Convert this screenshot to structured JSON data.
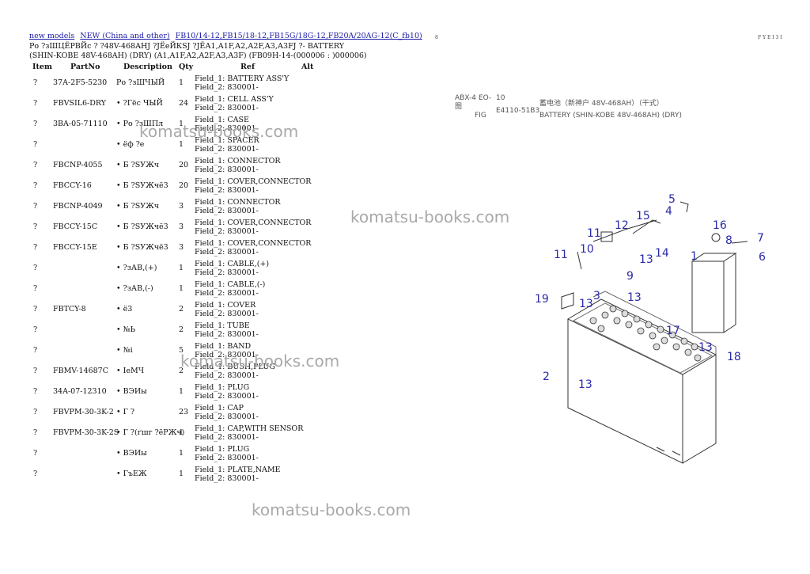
{
  "breadcrumbs": [
    "new models",
    "NEW (China and other)",
    "FB10/14-12,FB15/18-12,FB15G/18G-12,FB20A/20AG-12(C_fb10)"
  ],
  "page_mark_center": "8",
  "page_mark_right": "F Y E  I 3  I",
  "title": "Ро ?зШЦЁРВЙс ? ?48V-468AHJ ?JЁеЙКSJ ?JЁА1,А1F,А2,А2F,А3,А3FJ ?- BATTERY (SHIN-KOBE 48V-468AH) (DRY) (A1,A1F,A2,A2F,A3,A3F) (FB09H-14-(000006 : )000006)",
  "headers": {
    "item": "Item",
    "partno": "PartNo",
    "description": "Description",
    "qty": "Qty",
    "ref": "Ref",
    "alt": "Alt"
  },
  "rows": [
    {
      "item": "?",
      "partno": "37A-2F5-5230",
      "desc": "Ро ?зШЧЫЙ",
      "qty": "1",
      "field1": "Field_1: BATTERY ASS'Y",
      "field2": "Field_2: 830001-"
    },
    {
      "item": "?",
      "partno": "FBVSIL6-DRY",
      "desc": "• ?Гёс ЧЫЙ",
      "qty": "24",
      "field1": "Field_1: CELL ASS'Y",
      "field2": "Field_2: 830001-"
    },
    {
      "item": "?",
      "partno": "3BA-05-71110",
      "desc": "• Ро ?зШПл",
      "qty": "1",
      "field1": "Field_1: CASE",
      "field2": "Field_2: 830001-"
    },
    {
      "item": "?",
      "partno": "",
      "desc": "• ёф ?е",
      "qty": "1",
      "field1": "Field_1: SPACER",
      "field2": "Field_2: 830001-"
    },
    {
      "item": "?",
      "partno": "FBCNP-4055",
      "desc": "• Б ?SУЖч",
      "qty": "20",
      "field1": "Field_1: CONNECTOR",
      "field2": "Field_2: 830001-"
    },
    {
      "item": "?",
      "partno": "FBCCY-16",
      "desc": "• Б ?SУЖчё3",
      "qty": "20",
      "field1": "Field_1: COVER,CONNECTOR",
      "field2": "Field_2: 830001-"
    },
    {
      "item": "?",
      "partno": "FBCNP-4049",
      "desc": "• Б ?SУЖч",
      "qty": "3",
      "field1": "Field_1: CONNECTOR",
      "field2": "Field_2: 830001-"
    },
    {
      "item": "?",
      "partno": "FBCCY-15C",
      "desc": "• Б ?SУЖчё3",
      "qty": "3",
      "field1": "Field_1: COVER,CONNECTOR",
      "field2": "Field_2: 830001-"
    },
    {
      "item": "?",
      "partno": "FBCCY-15E",
      "desc": "• Б ?SУЖчё3",
      "qty": "3",
      "field1": "Field_1: COVER,CONNECTOR",
      "field2": "Field_2: 830001-"
    },
    {
      "item": "?",
      "partno": "",
      "desc": "• ?зАВ,(+)",
      "qty": "1",
      "field1": "Field_1: CABLE,(+)",
      "field2": "Field_2: 830001-"
    },
    {
      "item": "?",
      "partno": "",
      "desc": "• ?зАВ,(-)",
      "qty": "1",
      "field1": "Field_1: CABLE,(-)",
      "field2": "Field_2: 830001-"
    },
    {
      "item": "?",
      "partno": "FBTCY-8",
      "desc": "• ё3",
      "qty": "2",
      "field1": "Field_1: COVER",
      "field2": "Field_2: 830001-"
    },
    {
      "item": "?",
      "partno": "",
      "desc": "• №Ь",
      "qty": "2",
      "field1": "Field_1: TUBE",
      "field2": "Field_2: 830001-"
    },
    {
      "item": "?",
      "partno": "",
      "desc": "• №і",
      "qty": "5",
      "field1": "Field_1: BAND",
      "field2": "Field_2: 830001-"
    },
    {
      "item": "?",
      "partno": "FBMV-14687C",
      "desc": "• ІеМЧ",
      "qty": "2",
      "field1": "Field_1: BUSH,PLUG",
      "field2": "Field_2: 830001-"
    },
    {
      "item": "?",
      "partno": "34A-07-12310",
      "desc": "• ВЭИы",
      "qty": "1",
      "field1": "Field_1: PLUG",
      "field2": "Field_2: 830001-"
    },
    {
      "item": "?",
      "partno": "FBVPM-30-3K-2",
      "desc": "• Г ?",
      "qty": "23",
      "field1": "Field_1: CAP",
      "field2": "Field_2: 830001-"
    },
    {
      "item": "?",
      "partno": "FBVPM-30-3K-2S",
      "desc": "• Г ?(ґшг ?ёРЖч)",
      "qty": "1",
      "field1": "Field_1: CAP,WITH SENSOR",
      "field2": "Field_2: 830001-"
    },
    {
      "item": "?",
      "partno": "",
      "desc": "• ВЭИы",
      "qty": "1",
      "field1": "Field_1: PLUG",
      "field2": "Field_2: 830001-"
    },
    {
      "item": "?",
      "partno": "",
      "desc": "• ГъЕЖ",
      "qty": "1",
      "field1": "Field_1: PLATE,NAME",
      "field2": "Field_2: 830001-"
    }
  ],
  "watermark": "komatsu-books.com",
  "diagram": {
    "code_left": "ABX-4 EO-",
    "code_num": "10",
    "fig_label": "FIG",
    "fig_code": "E4110-51B3",
    "cjk_top": "蓄电池（新神户 48V-468AH）（干式）",
    "caption": "BATTERY (SHIN-KOBE 48V-468AH) (DRY)",
    "callouts": [
      "1",
      "2",
      "3",
      "4",
      "5",
      "6",
      "7",
      "8",
      "9",
      "10",
      "11",
      "11",
      "12",
      "13",
      "13",
      "13",
      "13",
      "13",
      "14",
      "15",
      "16",
      "17",
      "18",
      "19"
    ]
  }
}
